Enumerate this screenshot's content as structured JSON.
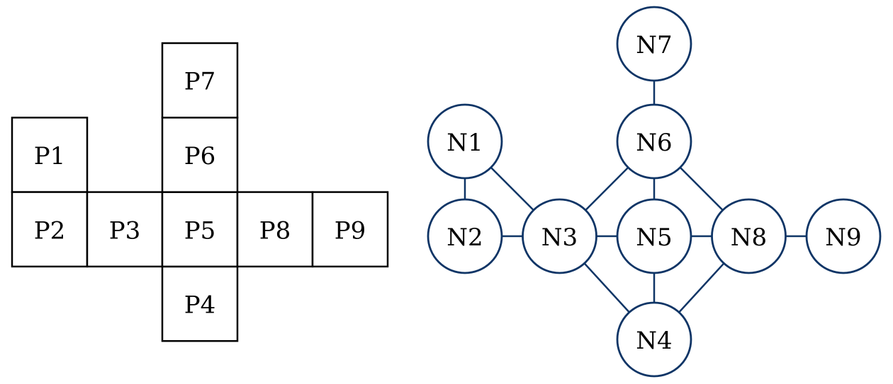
{
  "grid": {
    "cells": [
      {
        "id": "P1",
        "label": "P1",
        "col": 0,
        "row": 1
      },
      {
        "id": "P2",
        "label": "P2",
        "col": 0,
        "row": 2
      },
      {
        "id": "P3",
        "label": "P3",
        "col": 1,
        "row": 2
      },
      {
        "id": "P4",
        "label": "P4",
        "col": 2,
        "row": 3
      },
      {
        "id": "P5",
        "label": "P5",
        "col": 2,
        "row": 2
      },
      {
        "id": "P6",
        "label": "P6",
        "col": 2,
        "row": 1
      },
      {
        "id": "P7",
        "label": "P7",
        "col": 2,
        "row": 0
      },
      {
        "id": "P8",
        "label": "P8",
        "col": 3,
        "row": 2
      },
      {
        "id": "P9",
        "label": "P9",
        "col": 4,
        "row": 2
      }
    ]
  },
  "graph": {
    "colors": {
      "edge": "#0f3566",
      "node_stroke": "#0f3566"
    },
    "nodes": [
      {
        "id": "N1",
        "label": "N1",
        "col": 0,
        "row": 1
      },
      {
        "id": "N2",
        "label": "N2",
        "col": 0,
        "row": 2
      },
      {
        "id": "N3",
        "label": "N3",
        "col": 1,
        "row": 2
      },
      {
        "id": "N4",
        "label": "N4",
        "col": 2,
        "row": 3
      },
      {
        "id": "N5",
        "label": "N5",
        "col": 2,
        "row": 2
      },
      {
        "id": "N6",
        "label": "N6",
        "col": 2,
        "row": 1
      },
      {
        "id": "N7",
        "label": "N7",
        "col": 2,
        "row": 0
      },
      {
        "id": "N8",
        "label": "N8",
        "col": 3,
        "row": 2
      },
      {
        "id": "N9",
        "label": "N9",
        "col": 4,
        "row": 2
      }
    ],
    "edges": [
      [
        "N1",
        "N2"
      ],
      [
        "N1",
        "N3"
      ],
      [
        "N2",
        "N3"
      ],
      [
        "N3",
        "N6"
      ],
      [
        "N3",
        "N5"
      ],
      [
        "N3",
        "N4"
      ],
      [
        "N6",
        "N7"
      ],
      [
        "N6",
        "N5"
      ],
      [
        "N6",
        "N8"
      ],
      [
        "N5",
        "N8"
      ],
      [
        "N5",
        "N4"
      ],
      [
        "N8",
        "N4"
      ],
      [
        "N8",
        "N9"
      ]
    ]
  }
}
